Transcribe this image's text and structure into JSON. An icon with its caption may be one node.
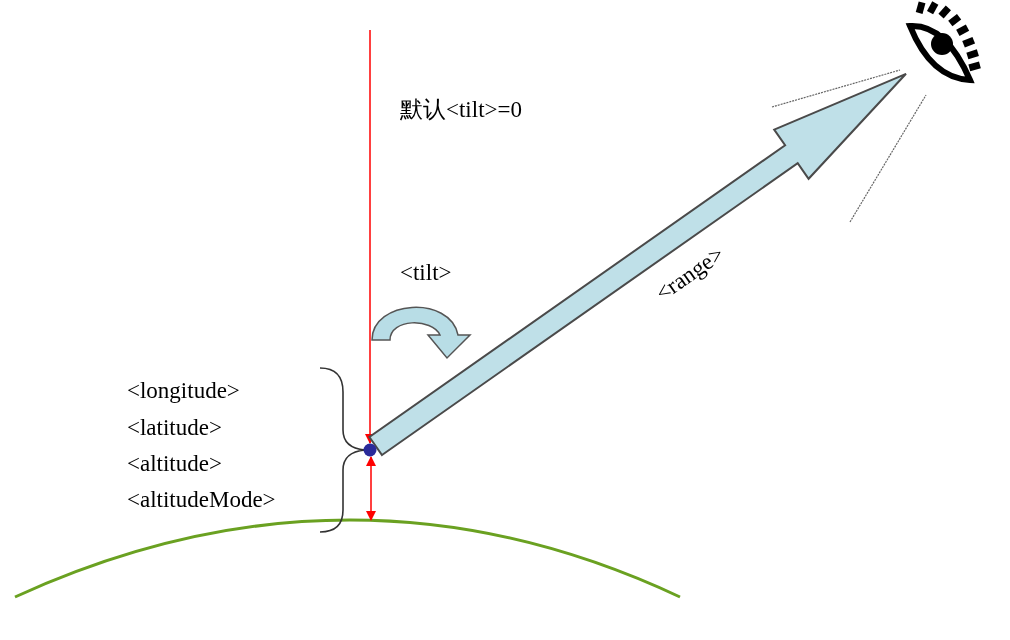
{
  "diagram": {
    "nodes": [
      {
        "text": [],
        "shape": "circle"
      },
      {
        "text": [],
        "shape": "eye"
      }
    ],
    "edges": [
      {
        "from": null,
        "to": 0,
        "arrow": "to",
        "color": "#ff0000"
      },
      {
        "from": 0,
        "to": 1,
        "arrow": "to",
        "label": "<range>",
        "style": "thick"
      }
    ],
    "labels": [
      "默认<tilt>=0",
      "<tilt>",
      "<longitude>",
      "<latitude>",
      "<altitude>",
      "<altitudeMode>"
    ]
  }
}
